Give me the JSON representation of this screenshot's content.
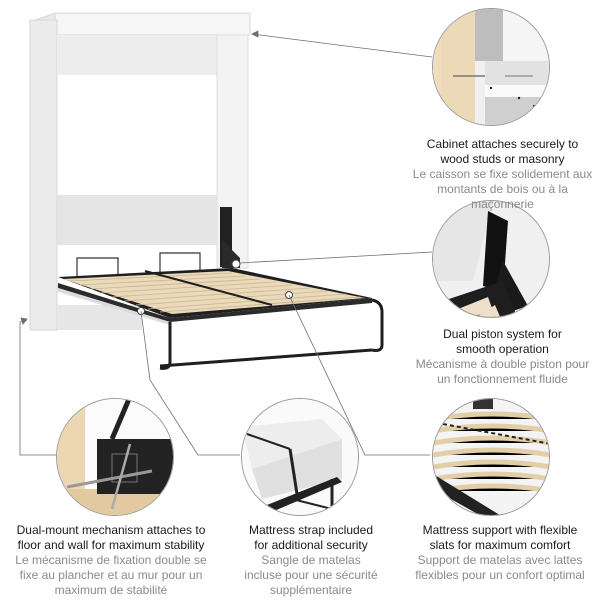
{
  "product": {
    "name": "Wall bed with cabinet",
    "colors": {
      "cabinet": "#f2f2f2",
      "frame": "#1c1c1c",
      "slats": "#e8dcc4",
      "wood": "#ecd9b8",
      "leader_line": "#6e6e6e",
      "text_primary": "#1a1a1a",
      "text_secondary": "#8a8a8a"
    }
  },
  "features": [
    {
      "id": "cabinet",
      "icon": "wall-anchor-icon",
      "en_line1": "Cabinet attaches securely to",
      "en_line2": "wood studs or masonry",
      "fr_line1": "Le caisson se fixe solidement aux",
      "fr_line2": "montants de bois ou à la maçonnerie"
    },
    {
      "id": "piston",
      "icon": "piston-icon",
      "en_line1": "Dual piston system for",
      "en_line2": "smooth operation",
      "fr_line1": "Mécanisme à double piston pour",
      "fr_line2": "un fonctionnement fluide"
    },
    {
      "id": "mount",
      "icon": "screw-mount-icon",
      "en_line1": "Dual-mount mechanism attaches to",
      "en_line2": "floor and wall for maximum stability",
      "fr_line1": "Le mécanisme de fixation double se",
      "fr_line2": "fixe au plancher et au mur pour un",
      "fr_line3": "maximum de stabilité"
    },
    {
      "id": "strap",
      "icon": "mattress-strap-icon",
      "en_line1": "Mattress strap included",
      "en_line2": "for additional security",
      "fr_line1": "Sangle de matelas",
      "fr_line2": "incluse pour une sécurité",
      "fr_line3": "supplémentaire"
    },
    {
      "id": "slats",
      "icon": "slats-icon",
      "en_line1": "Mattress support with flexible",
      "en_line2": "slats for maximum comfort",
      "fr_line1": "Support de matelas avec lattes",
      "fr_line2": "flexibles pour un confort optimal"
    }
  ]
}
